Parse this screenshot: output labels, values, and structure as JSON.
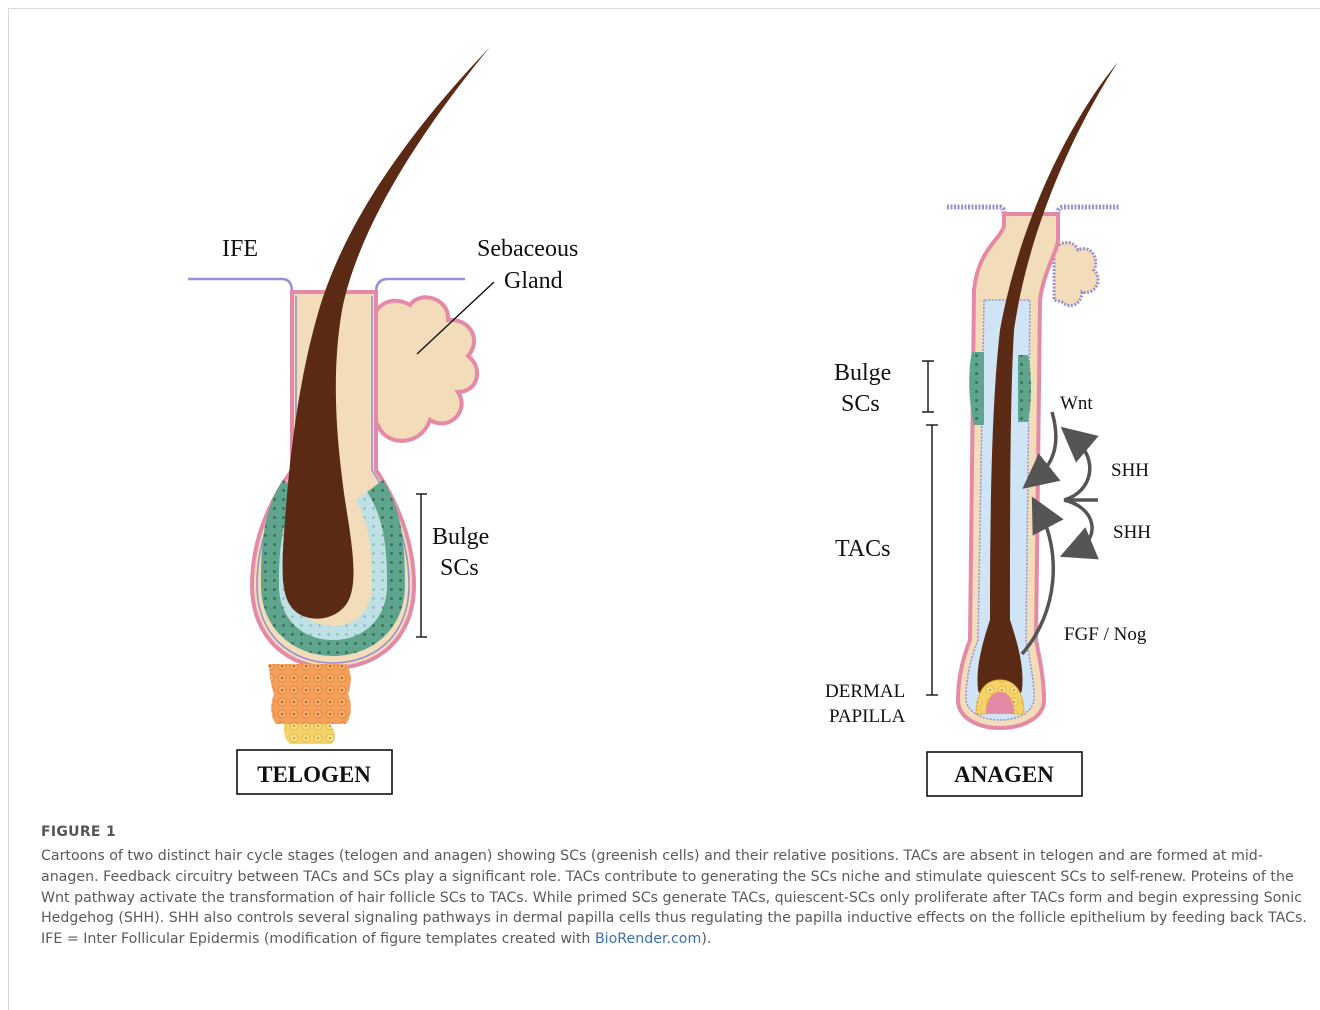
{
  "telogen": {
    "ife_label": "IFE",
    "sebaceous_line1": "Sebaceous",
    "sebaceous_line2": "Gland",
    "bulge_line1": "Bulge",
    "bulge_line2": "SCs",
    "stage_label": "TELOGEN"
  },
  "anagen": {
    "bulge_line1": "Bulge",
    "bulge_line2": "SCs",
    "tacs_label": "TACs",
    "dermal_line1": "DERMAL",
    "dermal_line2": "PAPILLA",
    "wnt_label": "Wnt",
    "shh_label_1": "SHH",
    "shh_label_2": "SHH",
    "fgf_label": "FGF / Nog",
    "stage_label": "ANAGEN"
  },
  "colors": {
    "hair": "#5a2a14",
    "sheath": "#f2dcb9",
    "outline_pink": "#e58aa6",
    "outline_purple": "#9b8fd1",
    "stem_cells": "#5fa58d",
    "stem_cell_light": "#bfe0e4",
    "papilla_orange": "#f4a05a",
    "papilla_yellow": "#f6d36a",
    "arrow": "#555555"
  },
  "caption": {
    "figure_number": "FIGURE 1",
    "text_before_link": "Cartoons of two distinct hair cycle stages (telogen and anagen) showing SCs (greenish cells) and their relative positions. TACs are absent in telogen and are formed at mid-anagen. Feedback circuitry between TACs and SCs play a significant role. TACs contribute to generating the SCs niche and stimulate quiescent SCs to self-renew. Proteins of the Wnt pathway activate the transformation of hair follicle SCs to TACs. While primed SCs generate TACs, quiescent-SCs only proliferate after TACs form and begin expressing Sonic Hedgehog (SHH). SHH also controls several signaling pathways in dermal papilla cells thus regulating the papilla inductive effects on the follicle epithelium by feeding back TACs. IFE = Inter Follicular Epidermis (modification of figure templates created with ",
    "link_text": "BioRender.com",
    "text_after_link": ")."
  }
}
